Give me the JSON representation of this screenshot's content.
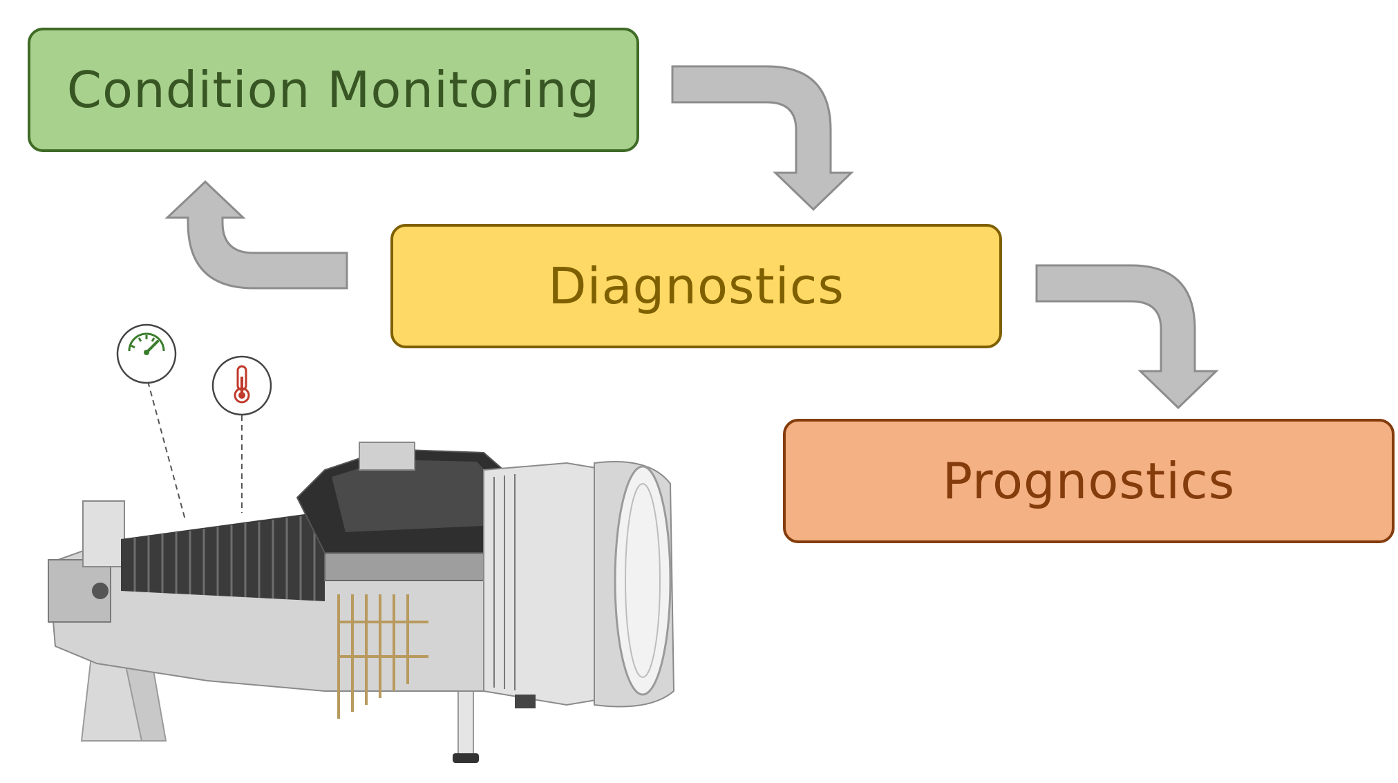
{
  "diagram": {
    "boxes": {
      "condition_monitoring": "Condition Monitoring",
      "diagnostics": "Diagnostics",
      "prognostics": "Prognostics"
    },
    "colors": {
      "condition_monitoring_fill": "#a9d18e",
      "condition_monitoring_border": "#3f6b26",
      "diagnostics_fill": "#ffd966",
      "diagnostics_border": "#7f6000",
      "prognostics_fill": "#f4b183",
      "prognostics_border": "#843c0c",
      "arrow_fill": "#bfbfbf",
      "arrow_border": "#8c8c8c"
    },
    "icons": [
      "pressure-gauge-icon",
      "thermometer-icon"
    ],
    "illustration": "gas-turbine-cutaway"
  }
}
